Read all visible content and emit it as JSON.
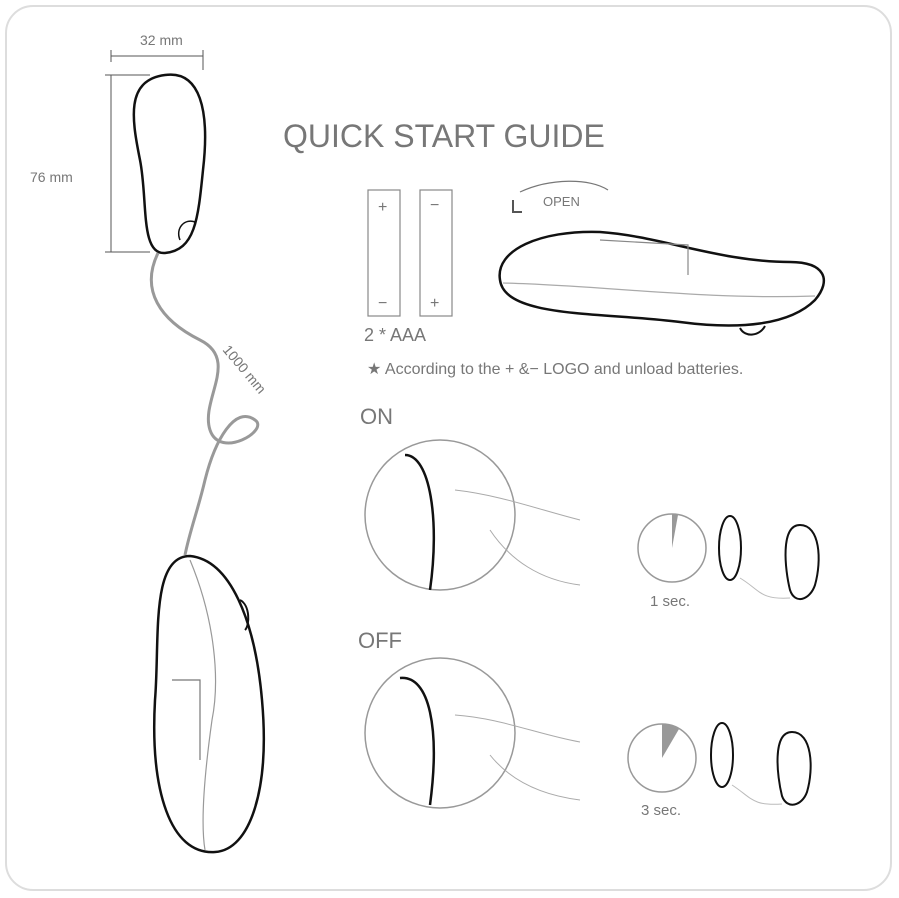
{
  "title": "QUICK START GUIDE",
  "dimensions": {
    "width": "32 mm",
    "height": "76 mm",
    "cord": "1000 mm"
  },
  "battery": {
    "plus": "+",
    "minus": "−",
    "label": "2 * AAA"
  },
  "open_label": "OPEN",
  "note": "★ According to the + &− LOGO and unload batteries.",
  "on": {
    "label": "ON",
    "duration": "1 sec.",
    "fraction": 0.03
  },
  "off": {
    "label": "OFF",
    "duration": "3 sec.",
    "fraction": 0.08
  },
  "colors": {
    "line": "#111111",
    "cord": "#999999",
    "text": "#777777",
    "frame": "#dddddd"
  }
}
